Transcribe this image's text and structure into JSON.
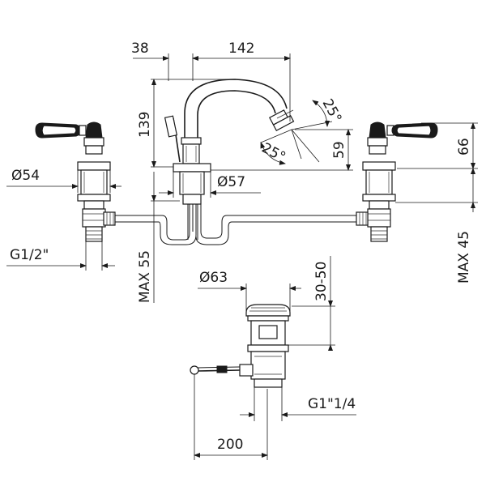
{
  "dimensions": {
    "d38": "38",
    "d142": "142",
    "d139": "139",
    "d25a": "25°",
    "d25b": "25°",
    "d59": "59",
    "d66": "66",
    "dia54": "Ø54",
    "dia57": "Ø57",
    "g12": "G1/2\"",
    "max55": "MAX 55",
    "max45": "MAX 45",
    "dia63": "Ø63",
    "d3050": "30-50",
    "g114": "G1\"1/4",
    "d200": "200"
  }
}
